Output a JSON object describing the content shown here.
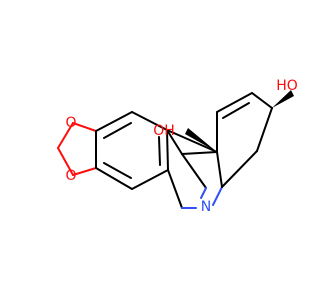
{
  "colors": {
    "carbon_bond": "#000000",
    "oxygen": "#ff0d0d",
    "nitrogen": "#3050f8",
    "background": "#ffffff"
  },
  "atoms": {
    "ring_oxygen_top": "O",
    "ring_oxygen_bottom": "O",
    "hydroxyl_bridge": "OH",
    "hydroxyl_right": "HO",
    "nitrogen": "N"
  }
}
